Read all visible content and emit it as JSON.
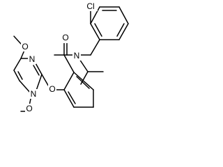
{
  "molecule": {
    "atoms": {
      "cl": "Cl",
      "n_amide": "N",
      "o_carbonyl": "O",
      "o_ether": "O",
      "n_pyr_top": "N",
      "n_pyr_bottom": "N",
      "o_methoxy_top": "O",
      "o_methoxy_bottom": "O"
    }
  },
  "colors": {
    "bond": "#000000",
    "background": "#ffffff"
  }
}
